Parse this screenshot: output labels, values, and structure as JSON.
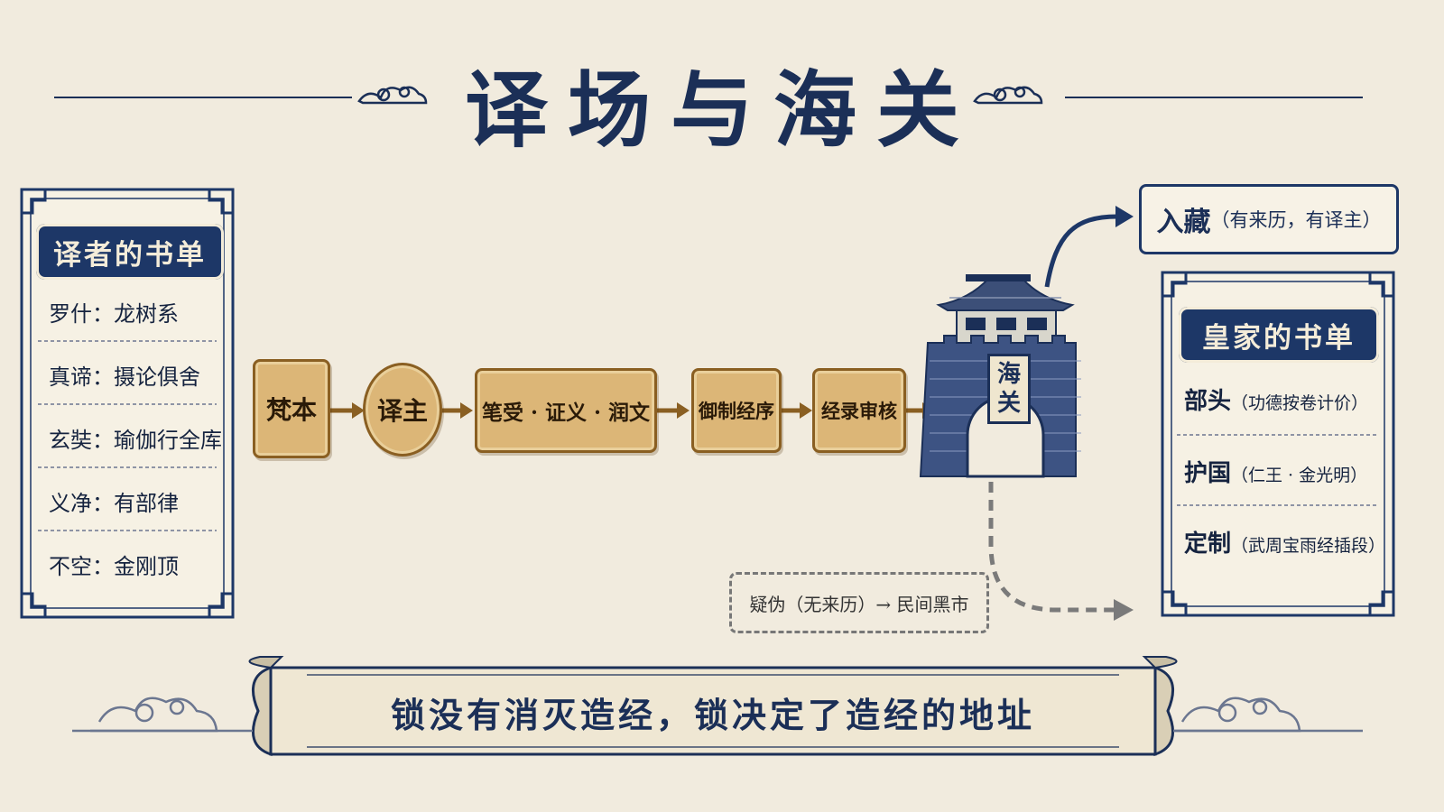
{
  "title": "译场与海关",
  "left_panel": {
    "title": "译者的书单",
    "items": [
      "罗什：龙树系",
      "真谛：摄论俱舍",
      "玄奘：瑜伽行全库",
      "义净：有部律",
      "不空：金刚顶"
    ]
  },
  "flow": [
    "梵本",
    "译主",
    "笔受 · 证义 · 润文",
    "御制经序",
    "经录审核"
  ],
  "gate_label": [
    "海",
    "关"
  ],
  "accepted": {
    "main": "入藏",
    "sub": "（有来历，有译主）"
  },
  "rejected": "疑伪（无来历）→ 民间黑市",
  "right_panel": {
    "title": "皇家的书单",
    "items": [
      {
        "main": "部头",
        "sub": "（功德按卷计价）"
      },
      {
        "main": "护国",
        "sub": "（仁王 · 金光明）"
      },
      {
        "main": "定制",
        "sub": "（武周宝雨经插段）"
      }
    ]
  },
  "banner": "锁没有消灭造经，锁决定了造经的地址",
  "colors": {
    "navy": "#1d3767",
    "parchment": "#f1ebde",
    "gold": "#dcb677",
    "arrow_gold": "#8a5f22"
  }
}
